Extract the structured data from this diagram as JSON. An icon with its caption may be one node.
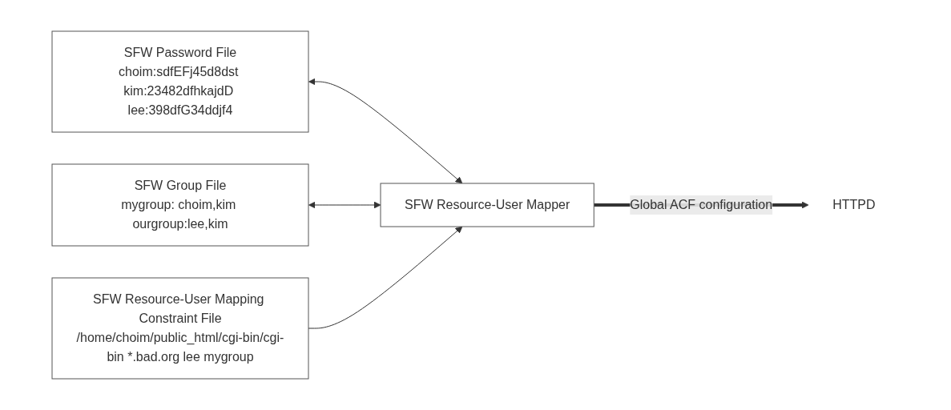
{
  "diagram": {
    "nodes": [
      {
        "text": [
          "SFW Password File",
          "choim:sdfEFj45d8dst kim:23482dfhkajdD lee:398dfG34ddjf4"
        ]
      },
      {
        "text": [
          "HTTPD"
        ]
      },
      {
        "text": [
          "SFW Group File",
          "mygroup: choim,kim ourgroup:lee,kim"
        ]
      },
      {
        "text": [
          "SFW Resource-User Mapper"
        ]
      },
      {
        "text": [
          "SFW Resource-User Mapping Constraint File",
          "/home/choim/public_html/cgi-bin/cgi-bin *.bad.org lee mygroup"
        ]
      }
    ],
    "edges": [
      {
        "from": 0,
        "to": 3,
        "arrow": "both"
      },
      {
        "from": 2,
        "to": 3,
        "arrow": "both"
      },
      {
        "from": 3,
        "to": 1,
        "arrow": "to",
        "label": "Global ACF configuration",
        "style": "thick"
      },
      {
        "from": 4,
        "to": 3,
        "arrow": "to"
      }
    ]
  }
}
